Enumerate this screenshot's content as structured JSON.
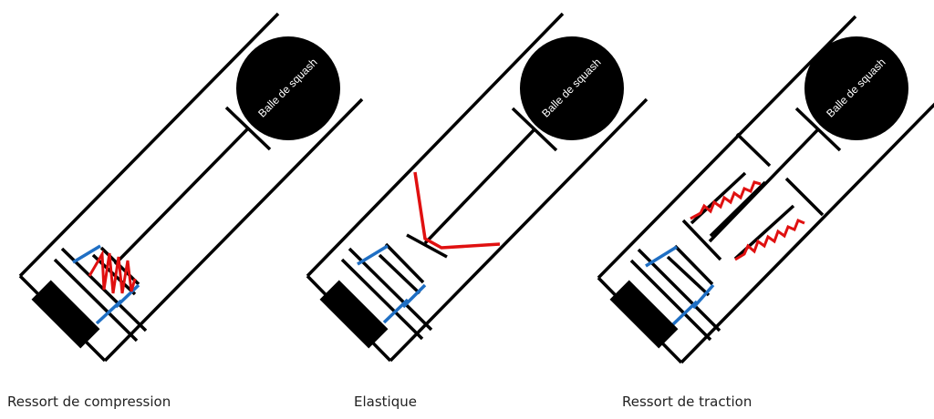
{
  "diagrams": [
    {
      "caption": "Ressort de compression",
      "ball_label": "Balle de squash",
      "spring_type": "compression"
    },
    {
      "caption": "Elastique",
      "ball_label": "Balle de squash",
      "spring_type": "elastic"
    },
    {
      "caption": "Ressort de traction",
      "ball_label": "Balle de squash",
      "spring_type": "traction"
    }
  ],
  "colors": {
    "tube_walls": "#000000",
    "ball": "#000000",
    "carriage_links": "#1f6fc4",
    "spring": "#e01010"
  }
}
